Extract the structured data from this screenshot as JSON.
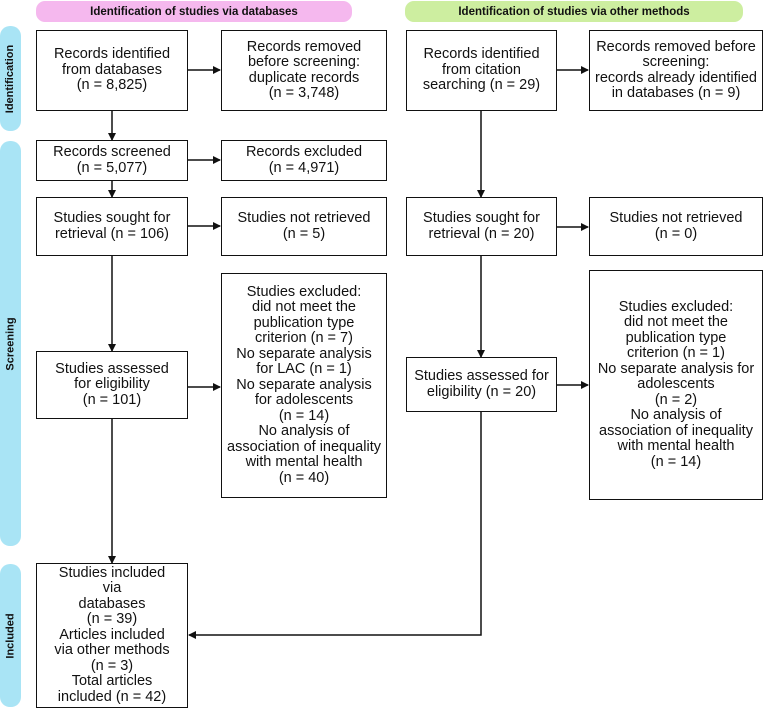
{
  "headers": {
    "databases": "Identification of studies via databases",
    "other_methods": "Identification of studies via other methods"
  },
  "phases": {
    "identification": "Identification",
    "screening": "Screening",
    "included": "Included"
  },
  "left": {
    "identified": "Records identified\nfrom databases\n(n = 8,825)",
    "removed": "Records removed\nbefore screening:\nduplicate records\n(n = 3,748)",
    "screened": "Records screened\n(n = 5,077)",
    "excluded": "Records excluded\n(n = 4,971)",
    "sought": "Studies sought for\nretrieval (n = 106)",
    "not_retrieved": "Studies not retrieved\n(n = 5)",
    "assessed": "Studies assessed\nfor eligibility\n(n = 101)",
    "studies_excluded": "Studies excluded:\ndid not meet the\npublication type\ncriterion (n = 7)\nNo separate analysis\nfor LAC (n = 1)\nNo separate analysis\nfor adolescents\n(n = 14)\nNo analysis of\nassociation of inequality\nwith mental health\n(n = 40)",
    "included": "Studies included\nvia\ndatabases\n(n = 39)\nArticles included\nvia other methods\n(n = 3)\nTotal articles\nincluded (n = 42)"
  },
  "right": {
    "identified": "Records identified\nfrom citation\nsearching (n = 29)",
    "removed": "Records removed before\nscreening:\nrecords already identified\nin databases (n = 9)",
    "sought": "Studies sought for\nretrieval (n = 20)",
    "not_retrieved": "Studies not retrieved\n(n = 0)",
    "assessed": "Studies assessed for\neligibility (n = 20)",
    "studies_excluded": "Studies excluded:\ndid not meet the\npublication type\ncriterion (n = 1)\nNo separate analysis for\nadolescents\n(n = 2)\nNo analysis of\nassociation of inequality\nwith mental health\n(n = 14)"
  }
}
